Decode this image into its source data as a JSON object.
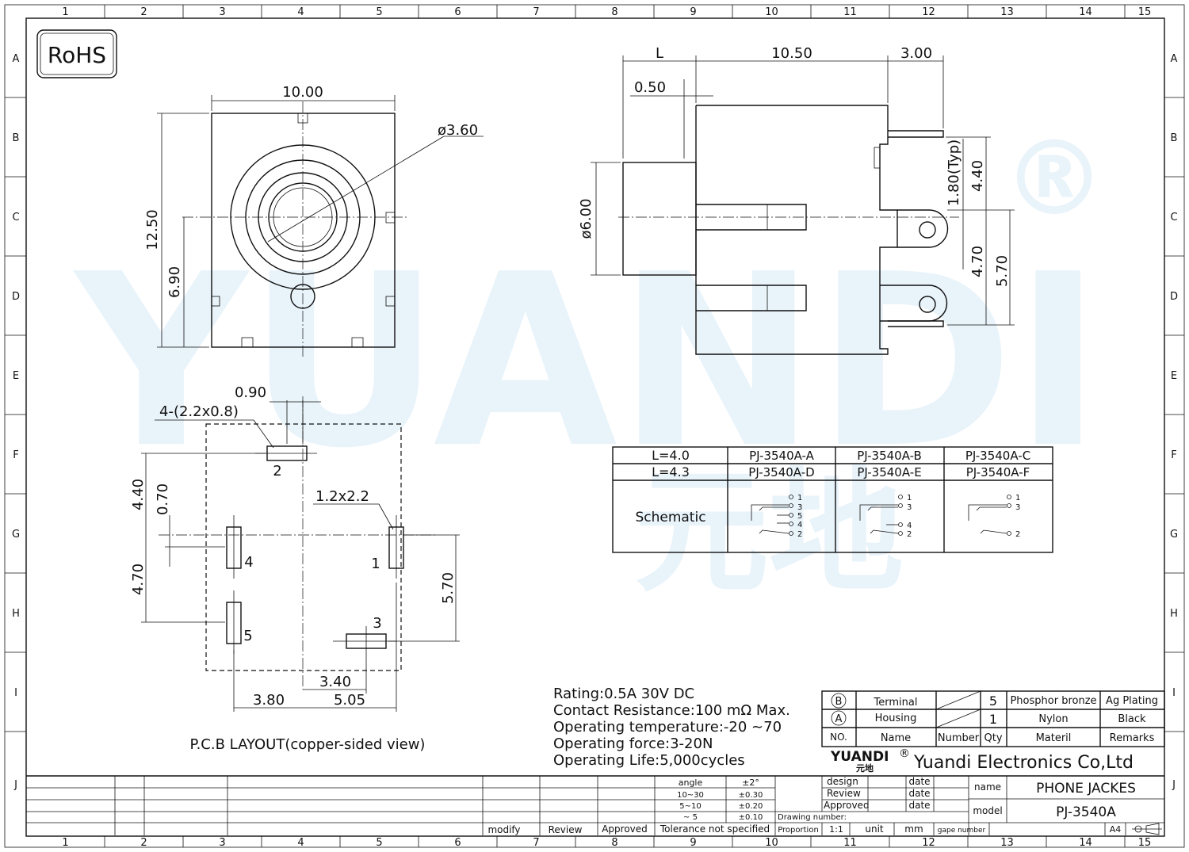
{
  "border": {
    "columns": [
      "1",
      "2",
      "3",
      "4",
      "5",
      "6",
      "7",
      "8",
      "9",
      "10",
      "11",
      "12",
      "13",
      "14",
      "15"
    ],
    "rows": [
      "A",
      "B",
      "C",
      "D",
      "E",
      "F",
      "G",
      "H",
      "I",
      "J"
    ]
  },
  "rohs": "RoHS",
  "watermark": {
    "brand": "YUANDI",
    "registered": "®",
    "cn": "元地"
  },
  "front_view": {
    "width": "10.00",
    "height": "12.50",
    "center_height": "6.90",
    "hole_dia": "ø3.60"
  },
  "side_view": {
    "L": "L",
    "body_len": "10.50",
    "tail_len": "3.00",
    "gap": "0.50",
    "dia": "ø6.00",
    "typ": "1.80(Typ)",
    "dim_440": "4.40",
    "dim_470": "4.70",
    "dim_570": "5.70"
  },
  "pcb": {
    "dim_090": "0.90",
    "pads_note": "4-(2.2x0.8)",
    "pad_note2": "1.2x2.2",
    "dim_440": "4.40",
    "dim_070": "0.70",
    "dim_470": "4.70",
    "dim_570": "5.70",
    "dim_340": "3.40",
    "dim_380": "3.80",
    "dim_505": "5.05",
    "pin1": "1",
    "pin2": "2",
    "pin3": "3",
    "pin4": "4",
    "pin5": "5",
    "caption": "P.C.B LAYOUT(copper-sided view)"
  },
  "models": {
    "row1": [
      "L=4.0",
      "PJ-3540A-A",
      "PJ-3540A-B",
      "PJ-3540A-C"
    ],
    "row2": [
      "L=4.3",
      "PJ-3540A-D",
      "PJ-3540A-E",
      "PJ-3540A-F"
    ],
    "schematic": "Schematic",
    "pinsA": [
      "1",
      "3",
      "5",
      "4",
      "2"
    ],
    "pinsB": [
      "1",
      "3",
      "4",
      "2"
    ],
    "pinsC": [
      "1",
      "3",
      "2"
    ]
  },
  "specs": [
    "Rating:0.5A  30V  DC",
    "Contact  Resistance:100  mΩ  Max.",
    "Operating  temperature:-20   ~70",
    "Operating  force:3-20N",
    "Operating  Life:5,000cycles"
  ],
  "bom": {
    "rowB": [
      "B",
      "Terminal",
      "5",
      "Phosphor bronze",
      "Ag Plating"
    ],
    "rowA": [
      "A",
      "Housing",
      "1",
      "Nylon",
      "Black"
    ],
    "header": [
      "NO.",
      "Name",
      "Number",
      "Qty",
      "Materil",
      "Remarks"
    ]
  },
  "company": {
    "logo": "YUANDI",
    "logo_cn": "元地",
    "reg": "®",
    "name": "Yuandi Electronics Co,Ltd"
  },
  "titleblock": {
    "angle": "angle",
    "angle_tol": "±2°",
    "r1": "10~30",
    "t1": "±0.30",
    "r2": "5~10",
    "t2": "±0.20",
    "r3": "~ 5",
    "t3": "±0.10",
    "design": "design",
    "review": "Review",
    "approved": "Approved",
    "date": "date",
    "drawing_number": "Drawing number:",
    "name_label": "name",
    "name_value": "PHONE  JACKES",
    "model_label": "model",
    "model_value": "PJ-3540A",
    "modify": "modify",
    "review2": "Review",
    "approved2": "Approved",
    "tolerance": "Tolerance  not  specified",
    "proportion": "Proportion",
    "ratio": "1:1",
    "unit": "unit",
    "mm": "mm",
    "gape": "gape number",
    "size": "A4"
  }
}
